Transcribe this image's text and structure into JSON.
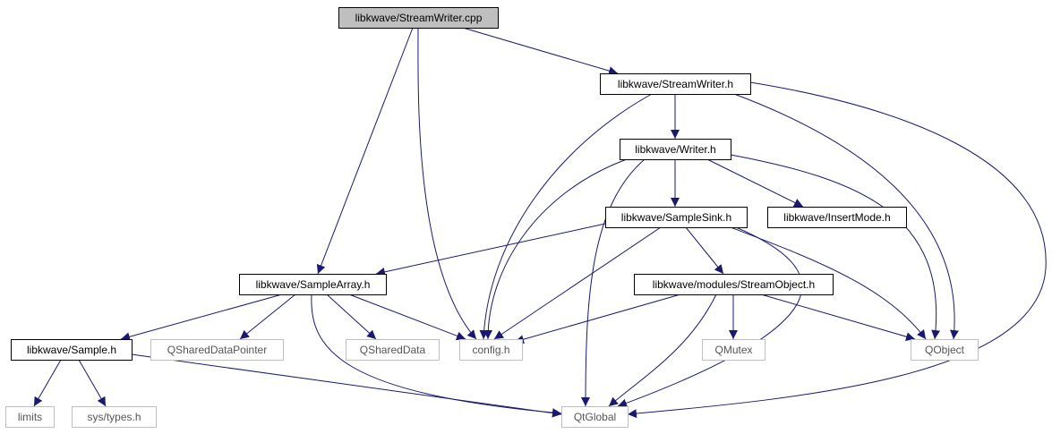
{
  "graph": {
    "colors": {
      "edge": "#191970",
      "root_fill": "#bfbfbf",
      "node_border": "#000000",
      "external_border": "#bfbfbf",
      "external_text": "#555555",
      "background": "#ffffff"
    },
    "nodes": [
      {
        "id": "streamwriter_cpp",
        "label": "libkwave/StreamWriter.cpp",
        "kind": "root"
      },
      {
        "id": "streamwriter_h",
        "label": "libkwave/StreamWriter.h",
        "kind": "internal"
      },
      {
        "id": "writer_h",
        "label": "libkwave/Writer.h",
        "kind": "internal"
      },
      {
        "id": "samplesink_h",
        "label": "libkwave/SampleSink.h",
        "kind": "internal"
      },
      {
        "id": "insertmode_h",
        "label": "libkwave/InsertMode.h",
        "kind": "internal"
      },
      {
        "id": "samplearray_h",
        "label": "libkwave/SampleArray.h",
        "kind": "internal"
      },
      {
        "id": "streamobject_h",
        "label": "libkwave/modules/StreamObject.h",
        "kind": "internal"
      },
      {
        "id": "sample_h",
        "label": "libkwave/Sample.h",
        "kind": "internal"
      },
      {
        "id": "qshareddatapointer",
        "label": "QSharedDataPointer",
        "kind": "external"
      },
      {
        "id": "qshareddata",
        "label": "QSharedData",
        "kind": "external"
      },
      {
        "id": "config_h",
        "label": "config.h",
        "kind": "external"
      },
      {
        "id": "qmutex",
        "label": "QMutex",
        "kind": "external"
      },
      {
        "id": "qobject",
        "label": "QObject",
        "kind": "external"
      },
      {
        "id": "limits",
        "label": "limits",
        "kind": "external"
      },
      {
        "id": "sys_types_h",
        "label": "sys/types.h",
        "kind": "external"
      },
      {
        "id": "qtglobal",
        "label": "QtGlobal",
        "kind": "external"
      }
    ],
    "edges": [
      {
        "from": "streamwriter_cpp",
        "to": "streamwriter_h"
      },
      {
        "from": "streamwriter_cpp",
        "to": "samplearray_h"
      },
      {
        "from": "streamwriter_cpp",
        "to": "config_h"
      },
      {
        "from": "streamwriter_h",
        "to": "writer_h"
      },
      {
        "from": "streamwriter_h",
        "to": "config_h"
      },
      {
        "from": "streamwriter_h",
        "to": "qobject"
      },
      {
        "from": "streamwriter_h",
        "to": "qtglobal"
      },
      {
        "from": "writer_h",
        "to": "samplesink_h"
      },
      {
        "from": "writer_h",
        "to": "insertmode_h"
      },
      {
        "from": "writer_h",
        "to": "config_h"
      },
      {
        "from": "writer_h",
        "to": "qtglobal"
      },
      {
        "from": "writer_h",
        "to": "qobject"
      },
      {
        "from": "samplesink_h",
        "to": "samplearray_h"
      },
      {
        "from": "samplesink_h",
        "to": "streamobject_h"
      },
      {
        "from": "samplesink_h",
        "to": "config_h"
      },
      {
        "from": "samplesink_h",
        "to": "qobject"
      },
      {
        "from": "samplesink_h",
        "to": "qtglobal"
      },
      {
        "from": "samplearray_h",
        "to": "sample_h"
      },
      {
        "from": "samplearray_h",
        "to": "qshareddatapointer"
      },
      {
        "from": "samplearray_h",
        "to": "qshareddata"
      },
      {
        "from": "samplearray_h",
        "to": "config_h"
      },
      {
        "from": "samplearray_h",
        "to": "qtglobal"
      },
      {
        "from": "streamobject_h",
        "to": "config_h"
      },
      {
        "from": "streamobject_h",
        "to": "qmutex"
      },
      {
        "from": "streamobject_h",
        "to": "qobject"
      },
      {
        "from": "streamobject_h",
        "to": "qtglobal"
      },
      {
        "from": "sample_h",
        "to": "limits"
      },
      {
        "from": "sample_h",
        "to": "sys_types_h"
      },
      {
        "from": "sample_h",
        "to": "qtglobal"
      }
    ]
  }
}
